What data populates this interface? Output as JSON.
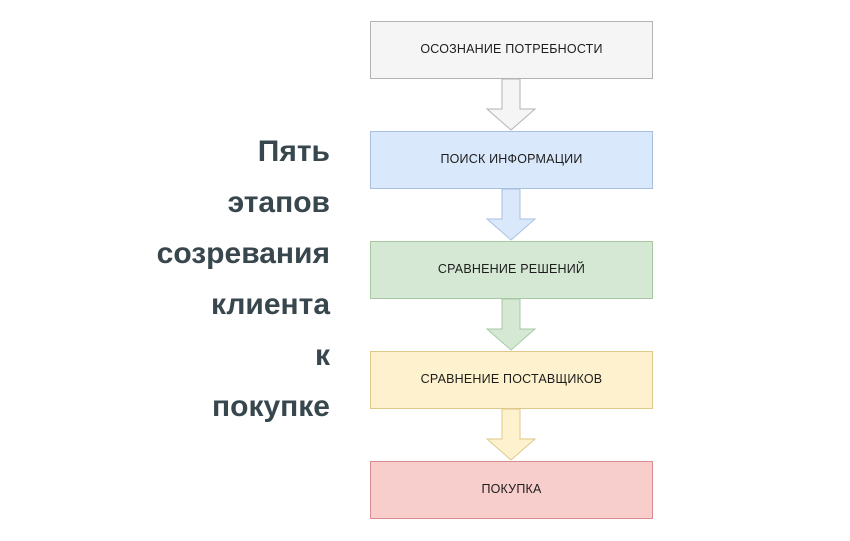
{
  "diagram": {
    "title": "Пять этапов созревания клиента к покупке",
    "heading_text": "Пять\nэтапов\nсозревания\nклиента\nк\nпокупке",
    "heading_color": "#37474D",
    "background": "#FFFFFF",
    "orientation": "vertical-top-to-bottom",
    "stage_count": 5,
    "stages": [
      {
        "order": 1,
        "label": "ОСОЗНАНИЕ ПОТРЕБНОСТИ",
        "fill": "#F5F5F5",
        "stroke": "#B3B3B3",
        "text_color": "#1D1D1D"
      },
      {
        "order": 2,
        "label": "ПОИСК ИНФОРМАЦИИ",
        "fill": "#DAE8FC",
        "stroke": "#A8C0E0",
        "text_color": "#1D1D1D"
      },
      {
        "order": 3,
        "label": "СРАВНЕНИЕ РЕШЕНИЙ",
        "fill": "#D5E8D4",
        "stroke": "#A6C9A4",
        "text_color": "#1D1D1D"
      },
      {
        "order": 4,
        "label": "СРАВНЕНИЕ ПОСТАВЩИКОВ",
        "fill": "#FDF2CD",
        "stroke": "#DDC98B",
        "text_color": "#1D1D1D"
      },
      {
        "order": 5,
        "label": "ПОКУПКА",
        "fill": "#F8CECC",
        "stroke": "#D98E8D",
        "text_color": "#1D1D1D"
      }
    ],
    "connectors": [
      {
        "from": "ОСОЗНАНИЕ ПОТРЕБНОСТИ",
        "to": "ПОИСК ИНФОРМАЦИИ",
        "icon": "arrow-down-icon",
        "fill": "#F5F5F5",
        "stroke": "#B3B3B3"
      },
      {
        "from": "ПОИСК ИНФОРМАЦИИ",
        "to": "СРАВНЕНИЕ РЕШЕНИЙ",
        "icon": "arrow-down-icon",
        "fill": "#DAE8FC",
        "stroke": "#A8C0E0"
      },
      {
        "from": "СРАВНЕНИЕ РЕШЕНИЙ",
        "to": "СРАВНЕНИЕ ПОСТАВЩИКОВ",
        "icon": "arrow-down-icon",
        "fill": "#D5E8D4",
        "stroke": "#A6C9A4"
      },
      {
        "from": "СРАВНЕНИЕ ПОСТАВЩИКОВ",
        "to": "ПОКУПКА",
        "icon": "arrow-down-icon",
        "fill": "#FDF2CD",
        "stroke": "#DDC98B"
      }
    ]
  }
}
